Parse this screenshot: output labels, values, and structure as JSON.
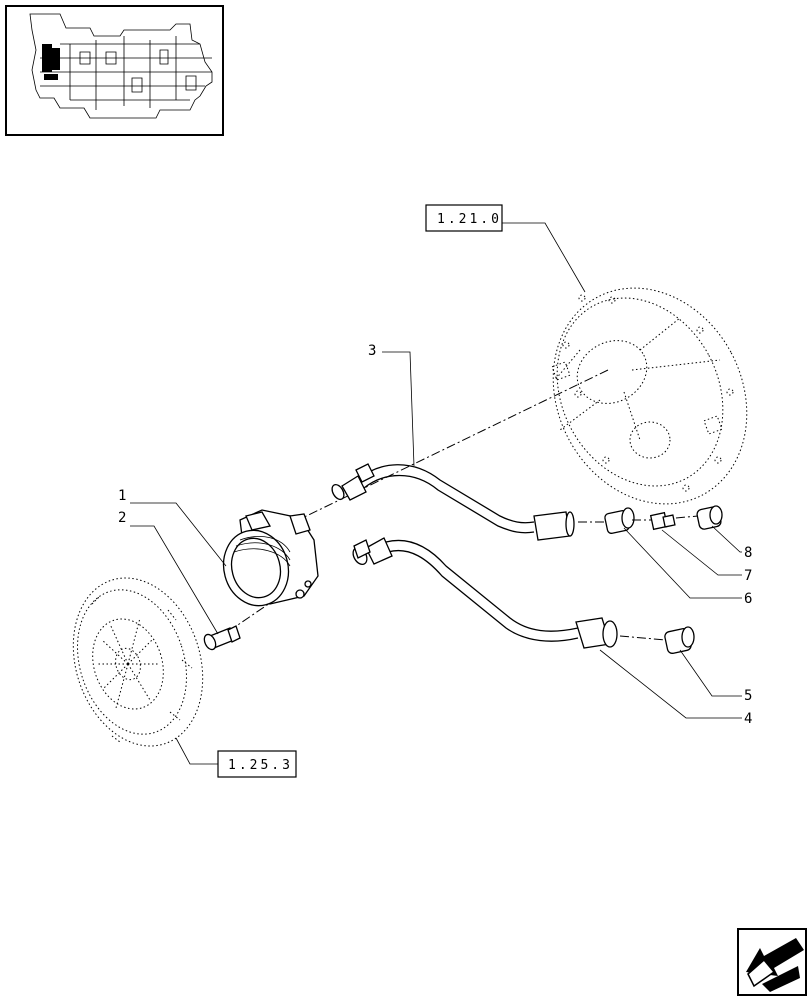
{
  "references": {
    "transmission_housing": "1.21.0",
    "clutch_assembly": "1.25.3"
  },
  "callouts": {
    "c1": "1",
    "c2": "2",
    "c3": "3",
    "c4": "4",
    "c5": "5",
    "c6": "6",
    "c7": "7",
    "c8": "8"
  },
  "icons": {
    "locator": "transmission-locator-icon",
    "navigation": "previous-page-arrow-icon"
  }
}
